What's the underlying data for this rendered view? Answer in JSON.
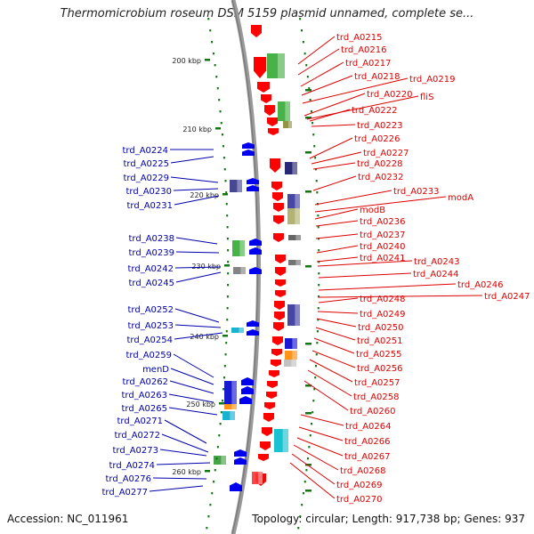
{
  "title": "Thermomicrobium roseum DSM 5159 plasmid unnamed, complete se...",
  "footer": {
    "accession": "Accession: NC_011961",
    "topology": "Topology: circular; Length: 917,738 bp; Genes: 937"
  },
  "colors": {
    "right_label": "#dd0000",
    "left_label": "#0000aa",
    "forward_strand": "#ff0000",
    "reverse_strand": "#0000ee",
    "backbone": "#888888",
    "tick": "#117711"
  },
  "kbp_ticks": [
    "200 kbp",
    "210 kbp",
    "220 kbp",
    "230 kbp",
    "240 kbp",
    "250 kbp",
    "260 kbp"
  ],
  "right_labels": [
    "trd_A0215",
    "trd_A0216",
    "trd_A0217",
    "trd_A0218",
    "trd_A0219",
    "trd_A0220",
    "fliS",
    "trd_A0222",
    "trd_A0223",
    "trd_A0226",
    "trd_A0227",
    "trd_A0228",
    "trd_A0232",
    "trd_A0233",
    "modA",
    "modB",
    "trd_A0236",
    "trd_A0237",
    "trd_A0240",
    "trd_A0241",
    "trd_A0243",
    "trd_A0244",
    "trd_A0246",
    "trd_A0247",
    "trd_A0248",
    "trd_A0249",
    "trd_A0250",
    "trd_A0251",
    "trd_A0255",
    "trd_A0256",
    "trd_A0257",
    "trd_A0258",
    "trd_A0260",
    "trd_A0264",
    "trd_A0266",
    "trd_A0267",
    "trd_A0268",
    "trd_A0269",
    "trd_A0270"
  ],
  "left_labels": [
    "trd_A0224",
    "trd_A0225",
    "trd_A0229",
    "trd_A0230",
    "trd_A0231",
    "trd_A0238",
    "trd_A0239",
    "trd_A0242",
    "trd_A0245",
    "trd_A0252",
    "trd_A0253",
    "trd_A0254",
    "trd_A0259",
    "menD",
    "trd_A0262",
    "trd_A0263",
    "trd_A0265",
    "trd_A0271",
    "trd_A0272",
    "trd_A0273",
    "trd_A0274",
    "trd_A0276",
    "trd_A0277"
  ]
}
